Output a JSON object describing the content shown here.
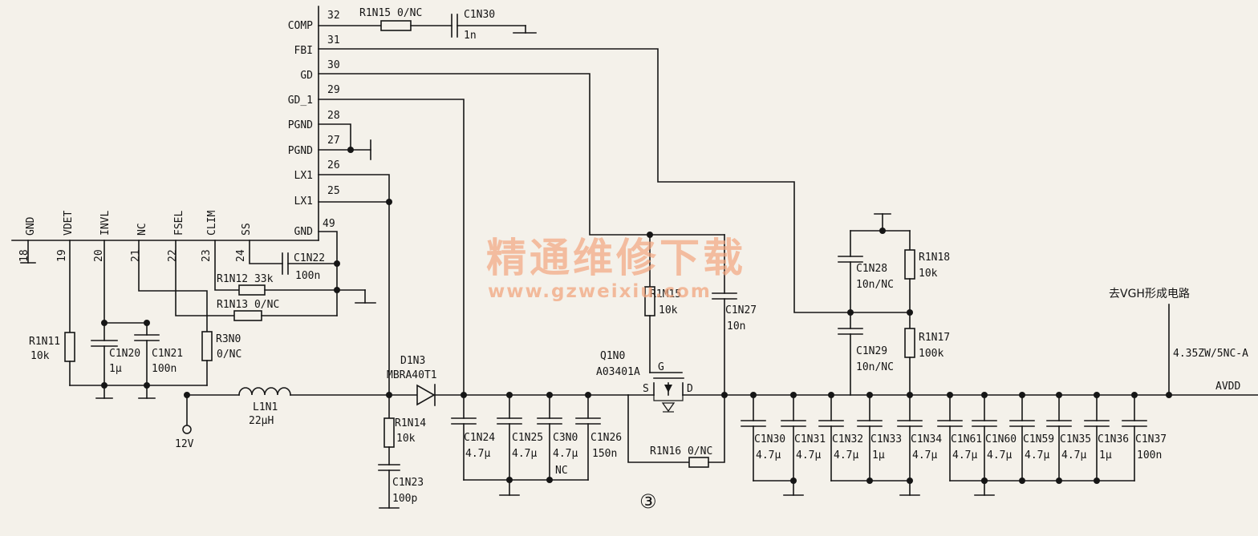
{
  "pins": [
    {
      "name": "COMP",
      "num": "32"
    },
    {
      "name": "FBI",
      "num": "31"
    },
    {
      "name": "GD",
      "num": "30"
    },
    {
      "name": "GD_1",
      "num": "29"
    },
    {
      "name": "PGND",
      "num": "28"
    },
    {
      "name": "PGND",
      "num": "27"
    },
    {
      "name": "LX1",
      "num": "26"
    },
    {
      "name": "LX1",
      "num": "25"
    },
    {
      "name": "GND",
      "num": "49"
    }
  ],
  "bottom_pins": [
    {
      "name": "GND",
      "num": "18"
    },
    {
      "name": "VDET",
      "num": "19"
    },
    {
      "name": "INVL",
      "num": "20"
    },
    {
      "name": "NC",
      "num": "21"
    },
    {
      "name": "FSEL",
      "num": "22"
    },
    {
      "name": "CLIM",
      "num": "23"
    },
    {
      "name": "SS",
      "num": "24"
    }
  ],
  "parts": {
    "r1n15": "R1N15 0/NC",
    "c1n30_top": {
      "ref": "C1N30",
      "val": "1n"
    },
    "c1n22": {
      "ref": "C1N22",
      "val": "100n"
    },
    "r1n12": "R1N12 33k",
    "r1n13": "R1N13 0/NC",
    "r1n11": {
      "ref": "R1N11",
      "val": "10k"
    },
    "c1n20": {
      "ref": "C1N20",
      "val": "1μ"
    },
    "c1n21": {
      "ref": "C1N21",
      "val": "100n"
    },
    "r3n0": {
      "ref": "R3N0",
      "val": "0/NC"
    },
    "l1n1": {
      "ref": "L1N1",
      "val": "22μH"
    },
    "vin": "12V",
    "d1n3": {
      "ref": "D1N3",
      "val": "MBRA40T1"
    },
    "r1n14": {
      "ref": "R1N14",
      "val": "10k"
    },
    "c1n23": {
      "ref": "C1N23",
      "val": "100p"
    },
    "c1n24": {
      "ref": "C1N24",
      "val": "4.7μ"
    },
    "c1n25": {
      "ref": "C1N25",
      "val": "4.7μ"
    },
    "c3n0": {
      "ref": "C3N0",
      "val": "4.7μ",
      "note": "NC"
    },
    "c1n26": {
      "ref": "C1N26",
      "val": "150n"
    },
    "r1m15": {
      "ref": "R1M15",
      "val": "10k"
    },
    "c1n27": {
      "ref": "C1N27",
      "val": "10n"
    },
    "q1n0": {
      "ref": "Q1N0",
      "val": "A03401A",
      "g": "G",
      "s": "S",
      "d": "D"
    },
    "r1n16": "R1N16 0/NC",
    "c1n28": {
      "ref": "C1N28",
      "val": "10n/NC"
    },
    "r1n18": {
      "ref": "R1N18",
      "val": "10k"
    },
    "c1n29": {
      "ref": "C1N29",
      "val": "10n/NC"
    },
    "r1n17": {
      "ref": "R1N17",
      "val": "100k"
    }
  },
  "output_caps": [
    {
      "ref": "C1N30",
      "val": "4.7μ"
    },
    {
      "ref": "C1N31",
      "val": "4.7μ"
    },
    {
      "ref": "C1N32",
      "val": "4.7μ"
    },
    {
      "ref": "C1N33",
      "val": "1μ"
    },
    {
      "ref": "C1N34",
      "val": "4.7μ"
    },
    {
      "ref": "C1N61",
      "val": "4.7μ"
    },
    {
      "ref": "C1N60",
      "val": "4.7μ"
    },
    {
      "ref": "C1N59",
      "val": "4.7μ"
    },
    {
      "ref": "C1N35",
      "val": "4.7μ"
    },
    {
      "ref": "C1N36",
      "val": "1μ"
    },
    {
      "ref": "C1N37",
      "val": "100n"
    }
  ],
  "nets": {
    "vgh_note": "去VGH形成电路",
    "output_value": "4.35ZW/5NC-A",
    "avdd": "AVDD"
  },
  "watermark": {
    "title": "精通维修下载",
    "url": "www.gzweixiu.com"
  },
  "figure_number": "③"
}
